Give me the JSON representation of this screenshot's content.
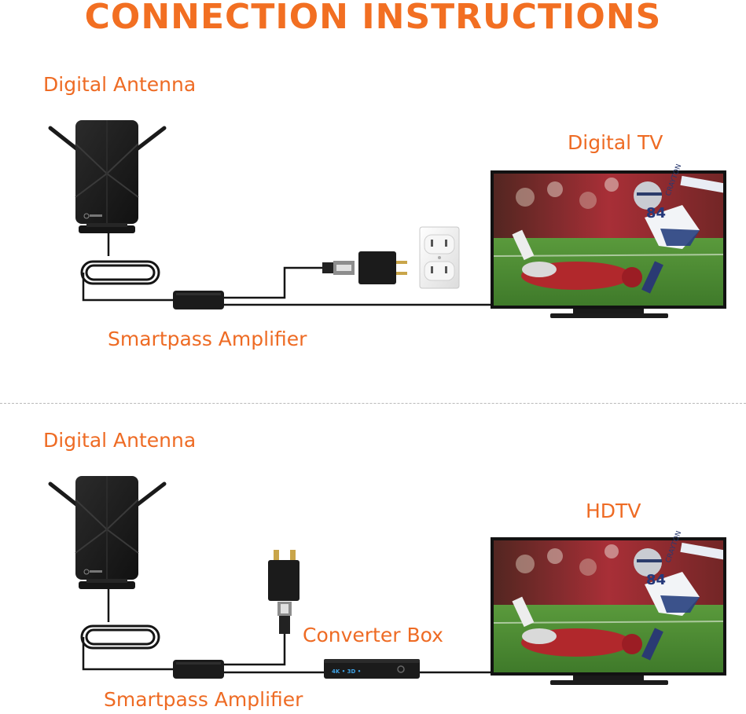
{
  "title": "CONNECTION INSTRUCTIONS",
  "setup1": {
    "antenna_label": "Digital Antenna",
    "tv_label": "Digital TV",
    "amplifier_label": "Smartpass Amplifier"
  },
  "setup2": {
    "antenna_label": "Digital Antenna",
    "tv_label": "HDTV",
    "converter_label": "Converter Box",
    "amplifier_label": "Smartpass Amplifier",
    "converter_badge": "4K • 3D •"
  },
  "tv_screen": {
    "jersey_number": "84",
    "player_name": "CRAYTON"
  },
  "colors": {
    "accent": "#f26f22",
    "device": "#1b1b1b",
    "field": "#4f8a34"
  }
}
